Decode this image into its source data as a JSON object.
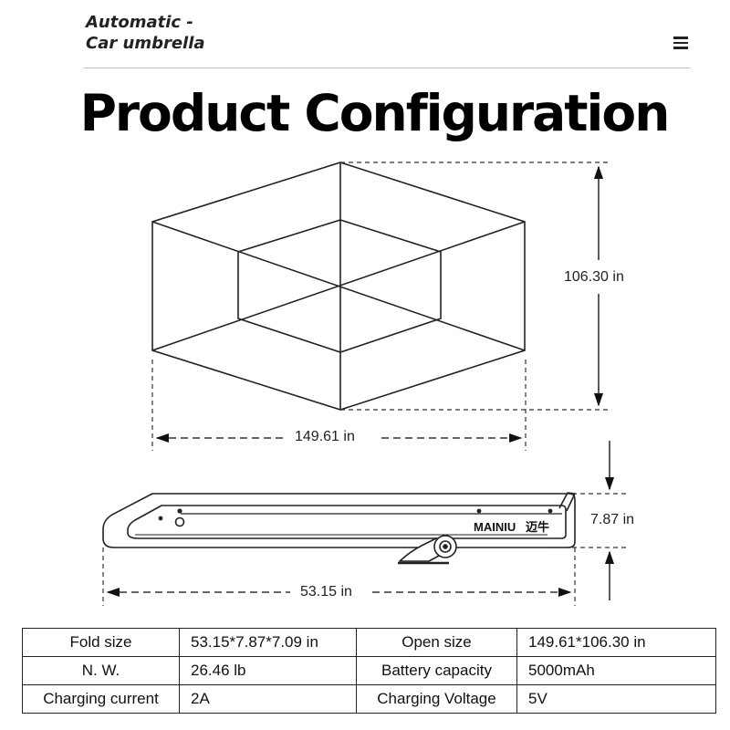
{
  "header": {
    "title_line1": "Automatic -",
    "title_line2": "Car umbrella",
    "menu_icon": "hamburger-menu-icon"
  },
  "page_title": "Product Configuration",
  "dimensions": {
    "open_height": "106.30 in",
    "open_width": "149.61 in",
    "folded_height": "7.87 in",
    "folded_length": "53.15 in"
  },
  "device": {
    "brand": "MAINIU",
    "brand_cn": "迈牛"
  },
  "specs": {
    "rows": [
      [
        {
          "label": "Fold size",
          "value": "53.15*7.87*7.09 in"
        },
        {
          "label": "Open size",
          "value": "149.61*106.30 in"
        }
      ],
      [
        {
          "label": "N. W.",
          "value": "26.46 lb"
        },
        {
          "label": "Battery capacity",
          "value": "5000mAh"
        }
      ],
      [
        {
          "label": "Charging current",
          "value": "2A"
        },
        {
          "label": "Charging Voltage",
          "value": "5V"
        }
      ]
    ]
  }
}
